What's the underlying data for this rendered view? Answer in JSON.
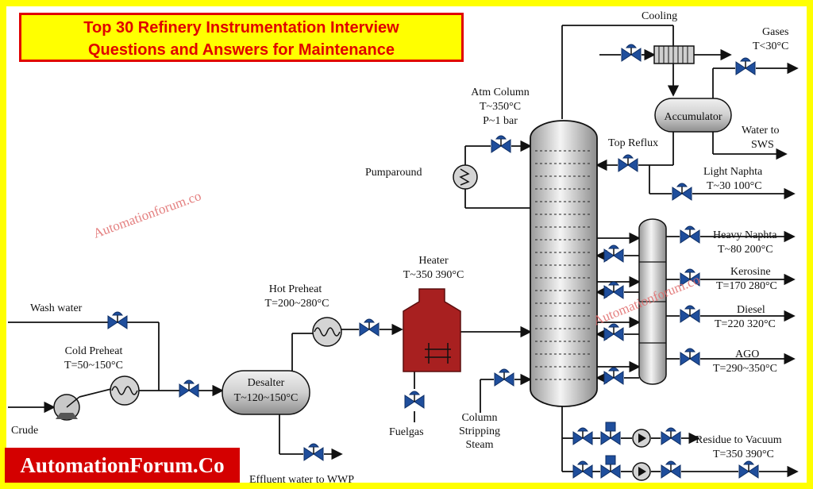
{
  "title": {
    "line1": "Top 30 Refinery Instrumentation Interview",
    "line2": "Questions and Answers for Maintenance"
  },
  "brand": "AutomationForum.Co",
  "watermark": "Automationforum.co",
  "labels": {
    "cooling": "Cooling",
    "gases": "Gases",
    "gases_temp": "T<30°C",
    "accumulator": "Accumulator",
    "water_to": "Water to",
    "sws": "SWS",
    "atm_column": "Atm Column",
    "atm_temp": "T~350°C",
    "atm_pressure": "P~1 bar",
    "top_reflux": "Top Reflux",
    "light_naphta": "Light Naphta",
    "light_naphta_temp": "T~30  100°C",
    "pumparound": "Pumparound",
    "heavy_naphta": "Heavy Naphta",
    "heavy_naphta_temp": "T~80  200°C",
    "kerosine": "Kerosine",
    "kerosine_temp": "T=170  280°C",
    "heater": "Heater",
    "heater_temp": "T~350  390°C",
    "diesel": "Diesel",
    "diesel_temp": "T=220  320°C",
    "hot_preheat": "Hot Preheat",
    "hot_preheat_temp": "T=200~280°C",
    "agc": "AGO",
    "agc_temp": "T=290~350°C",
    "wash_water": "Wash water",
    "cold_preheat": "Cold Preheat",
    "cold_preheat_temp": "T=50~150°C",
    "desalter": "Desalter",
    "desalter_temp": "T~120~150°C",
    "crude": "Crude",
    "fuelgas": "Fuelgas",
    "column": "Column",
    "stripping": "Stripping",
    "steam": "Steam",
    "residue": "Residue to Vacuum",
    "residue_temp": "T=350  390°C",
    "effluent": "Effluent water to WWP"
  },
  "colors": {
    "border": "#ffff00",
    "title_text": "#e00000",
    "brand_bg": "#d40000",
    "valve": "#1f4e9c",
    "heater": "#a82020"
  }
}
